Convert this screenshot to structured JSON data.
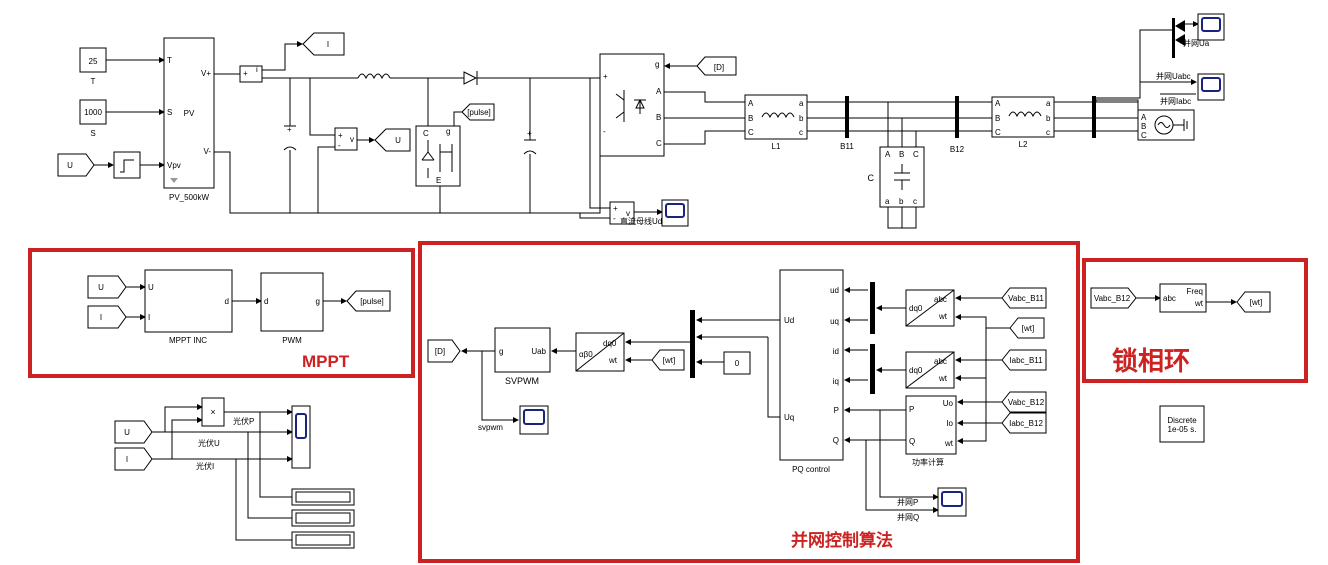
{
  "power_stage": {
    "temp_const": "25",
    "temp_label": "T",
    "irr_const": "1000",
    "irr_label": "S",
    "u_tag": "U",
    "pv_block": {
      "name": "PV_500kW",
      "port_t": "T",
      "port_s": "S",
      "port_vpv": "Vpv",
      "port_vplus": "V+",
      "port_vminus": "V-",
      "center": "PV"
    },
    "i_goto": "I",
    "u_goto": "U",
    "pulse_from": "[pulse]",
    "d_from": "[D]",
    "igbt_g": "g",
    "igbt_c": "C",
    "igbt_e": "E",
    "inv_g": "g",
    "inv_a": "A",
    "inv_b": "B",
    "inv_c": "C",
    "inv_plus": "+",
    "inv_minus": "-",
    "vmeas_plus": "+",
    "vmeas_minus": "-",
    "vmeas_v": "v",
    "dc_bus_label": "直流母线Udc",
    "filter1": "L1",
    "bus1": "B11",
    "cap_label": "C",
    "bus2": "B12",
    "filter2": "L2",
    "port_A": "A",
    "port_B": "B",
    "port_C": "C",
    "port_a": "a",
    "port_b": "b",
    "port_c": "c",
    "grid_ua_label": "并网Ua",
    "grid_uabc_label": "并网Uabc",
    "grid_iabc_label": "并网Iabc"
  },
  "mppt": {
    "title": "MPPT",
    "u_from": "U",
    "i_from": "I",
    "inc_block": "MPPT INC",
    "inc_port_u": "U",
    "inc_port_i": "I",
    "inc_port_d": "d",
    "pwm_block": "PWM",
    "pwm_port_d": "d",
    "pwm_port_g": "g",
    "pulse_goto": "[pulse]"
  },
  "measure": {
    "u_from": "U",
    "i_from": "I",
    "product_symbol": "×",
    "pv_power_label": "光伏P",
    "pv_voltage_label": "光伏U",
    "pv_current_label": "光伏I"
  },
  "grid_control": {
    "title": "并网控制算法",
    "d_goto": "[D]",
    "svpwm_block": "SVPWM",
    "svpwm_port_g": "g",
    "svpwm_port_uab": "Uab",
    "svpwm_scope_label": "svpwm",
    "inv_transform_in": "dq0",
    "inv_transform_wt": "wt",
    "inv_transform_out": "αβ0",
    "wt_from": "[wt]",
    "zero_const": "0",
    "pq_block": "PQ control",
    "pq_ud_in": "Ud",
    "pq_uq_in": "Uq",
    "pq_ud": "ud",
    "pq_uq": "uq",
    "pq_id": "id",
    "pq_iq": "iq",
    "pq_p": "P",
    "pq_q": "Q",
    "abc_port": "abc",
    "dq0_port": "dq0",
    "wt_port": "wt",
    "vabc_b11": "Vabc_B11",
    "wt_from2": "[wt]",
    "iabc_b11": "Iabc_B11",
    "vabc_b12": "Vabc_B12",
    "iabc_b12": "Iabc_B12",
    "power_block": "功率计算",
    "pow_uo": "Uo",
    "pow_io": "Io",
    "pow_wt": "wt",
    "pow_p": "P",
    "pow_q": "Q",
    "grid_p_label": "并网P",
    "grid_q_label": "并网Q"
  },
  "pll": {
    "title": "锁相环",
    "vabc_from": "Vabc_B12",
    "port_abc": "abc",
    "port_freq": "Freq",
    "port_wt": "wt",
    "wt_goto": "[wt]"
  },
  "powergui": {
    "line1": "Discrete",
    "line2": "1e-05 s."
  }
}
